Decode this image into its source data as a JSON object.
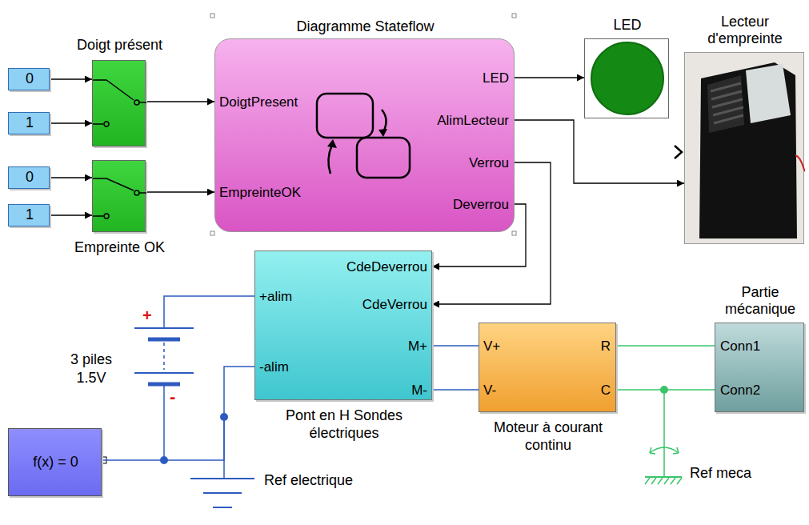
{
  "diagram": {
    "nodes": [
      {
        "text": [
          "0"
        ]
      },
      {
        "text": [
          "1"
        ]
      },
      {
        "text": [
          "0"
        ]
      },
      {
        "text": [
          "1"
        ]
      },
      {
        "text": [
          "Doigt présent"
        ]
      },
      {
        "text": [
          "Empreinte OK"
        ]
      },
      {
        "text": [
          "Diagramme Stateflow",
          "DoigtPresent",
          "EmpreinteOK",
          "LED",
          "AlimLecteur",
          "Verrou",
          "Deverrou"
        ]
      },
      {
        "text": [
          "LED"
        ]
      },
      {
        "text": [
          "Lecteur d'empreinte"
        ]
      },
      {
        "text": [
          "CdeDeverrou",
          "CdeVerrou",
          "+alim",
          "-alim",
          "M+",
          "M-",
          "Pont en H Sondes électriques"
        ]
      },
      {
        "text": [
          "f(x) = 0"
        ]
      },
      {
        "text": [
          "V+",
          "V-",
          "R",
          "C",
          "Moteur à courant continu"
        ]
      },
      {
        "text": [
          "Partie mécanique",
          "Conn1",
          "Conn2"
        ]
      }
    ],
    "edges": [
      {
        "from": 0,
        "to": 4,
        "arrow": "to"
      },
      {
        "from": 1,
        "to": 4,
        "arrow": "to"
      },
      {
        "from": 2,
        "to": 5,
        "arrow": "to"
      },
      {
        "from": 3,
        "to": 5,
        "arrow": "to"
      },
      {
        "from": 4,
        "to": 6,
        "arrow": "to"
      },
      {
        "from": 5,
        "to": 6,
        "arrow": "to"
      },
      {
        "from": 6,
        "to": 7,
        "arrow": "to"
      },
      {
        "from": 6,
        "to": 8,
        "arrow": "to"
      },
      {
        "from": 6,
        "to": 9,
        "arrow": "to"
      },
      {
        "from": 6,
        "to": 9,
        "arrow": "to"
      },
      {
        "from": 9,
        "to": 11,
        "arrow": "none"
      },
      {
        "from": 9,
        "to": 11,
        "arrow": "none"
      },
      {
        "from": 11,
        "to": 12,
        "arrow": "none"
      },
      {
        "from": 11,
        "to": 12,
        "arrow": "none"
      },
      {
        "from": 10,
        "to": 9,
        "arrow": "none"
      }
    ],
    "labels": [
      "3 piles 1.5V",
      "+",
      "-",
      "Ref electrique",
      "Ref meca"
    ]
  }
}
